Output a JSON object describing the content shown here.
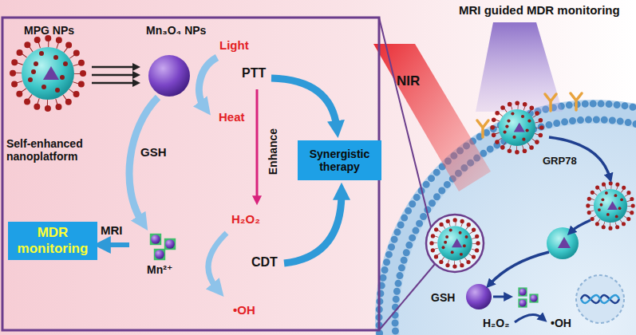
{
  "diagram": {
    "title": "MRI guided MDR monitoring",
    "nodes": [
      {
        "text": [
          "Synergistic therapy"
        ]
      },
      {
        "text": [
          "MDR monitoring"
        ]
      }
    ],
    "labels": [
      "MPG NPs",
      "Mn₃O₄ NPs",
      "Light",
      "Heat",
      "PTT",
      "Self-enhanced nanoplatform",
      "GSH",
      "Enhance",
      "MRI",
      "Mn²⁺",
      "H₂O₂",
      "CDT",
      "•OH",
      "NIR",
      "GRP78",
      "GSH",
      "H₂O₂",
      "•OH"
    ]
  }
}
